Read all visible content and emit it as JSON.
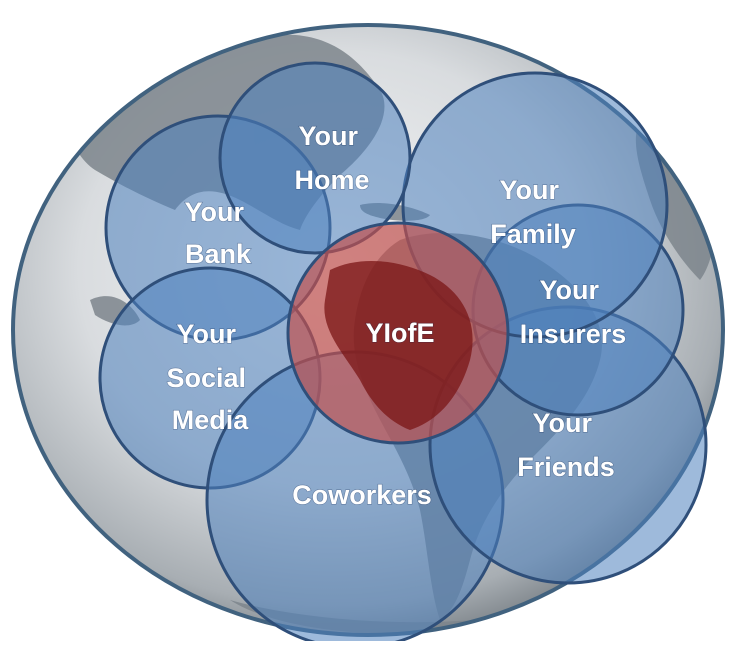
{
  "diagram": {
    "center": {
      "label": "YIofE",
      "color": "#c0504d"
    },
    "circle_color": "#4f81bd",
    "globe_color": "#9aa2a9",
    "petals": [
      {
        "id": "home",
        "lines": [
          "Your",
          "Home"
        ]
      },
      {
        "id": "family",
        "lines": [
          "Your",
          "Family"
        ]
      },
      {
        "id": "insurers",
        "lines": [
          "Your",
          "Insurers"
        ]
      },
      {
        "id": "friends",
        "lines": [
          "Your",
          "Friends"
        ]
      },
      {
        "id": "coworkers",
        "lines": [
          "Coworkers"
        ]
      },
      {
        "id": "social-media",
        "lines": [
          "Your",
          "Social",
          "Media"
        ]
      },
      {
        "id": "bank",
        "lines": [
          "Your",
          "Bank"
        ]
      }
    ]
  }
}
